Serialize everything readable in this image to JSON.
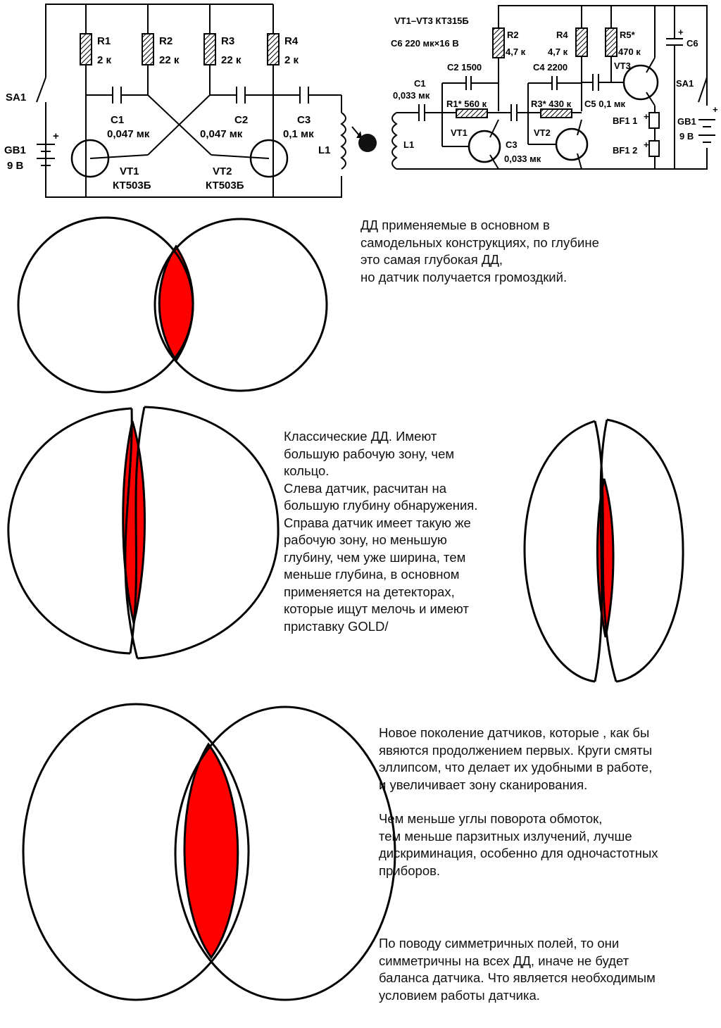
{
  "schematic_left": {
    "labels": {
      "sa1": "SA1",
      "gb1": "GB1",
      "gb1_v": "9 В",
      "plus": "+",
      "r1": "R1",
      "r1_v": "2 к",
      "r2": "R2",
      "r2_v": "22 к",
      "r3": "R3",
      "r3_v": "22 к",
      "r4": "R4",
      "r4_v": "2 к",
      "c1": "C1",
      "c1_v": "0,047 мк",
      "c2": "C2",
      "c2_v": "0,047 мк",
      "c3": "C3",
      "c3_v": "0,1 мк",
      "l1": "L1",
      "vt1": "VT1",
      "vt1_t": "КТ503Б",
      "vt2": "VT2",
      "vt2_t": "КТ503Б"
    }
  },
  "schematic_right": {
    "labels": {
      "title": "VT1–VT3 КТ315Б",
      "c6_spec": "C6 220 мк×16 В",
      "r2": "R2",
      "r2_v": "4,7 к",
      "r4": "R4",
      "r4_v": "4,7 к",
      "r5": "R5*",
      "r5_v": "470 к",
      "c6": "C6",
      "c1": "C1",
      "c1_v": "0,033 мк",
      "c2": "C2 1500",
      "c4": "C4 2200",
      "r1": "R1* 560 к",
      "r3": "R3* 430 к",
      "c5": "C5 0,1 мк",
      "vt1": "VT1",
      "vt2": "VT2",
      "vt3": "VT3",
      "c3": "C3",
      "c3_v": "0,033 мк",
      "l1": "L1",
      "bf1_1": "BF1 1",
      "bf1_2": "BF1 2",
      "sa1": "SA1",
      "gb1": "GB1",
      "gb1_v": "9 В",
      "plus": "+",
      "minus": "−"
    }
  },
  "sections": {
    "s1": "ДД применяемые в основном в\nсамодельных конструкциях, по глубине\nэто самая глубокая ДД,\nно датчик получается громоздкий.",
    "s2": "Классические ДД. Имеют\nбольшую рабочую зону, чем\nкольцо.\nСлева датчик, расчитан на\nбольшую глубину обнаружения.\nСправа датчик имеет такую же\nрабочую зону, но меньшую\nглубину,  чем уже ширина, тем\nменьше глубина, в основном\nприменяется на детекторах,\nкоторые ищут мелочь и имеют\nприставку GOLD/",
    "s3a": "Новое поколение датчиков, которые , как бы\nявяются продолжением первых. Круги смяты\nэллипсом, что делает их удобными в работе,\nи увеличивает зону сканирования.",
    "s3b": "Чем меньше углы поворота обмоток,\nтем меньше парзитных излучений, лучше\nдискриминация, особенно для одночастотных\nприборов.",
    "s3c": "По поводу симметричных полей, то они\nсимметричны на всех ДД, иначе не будет\nбаланса датчика. Что является необходимым\nусловием работы датчика."
  },
  "colors": {
    "overlap": "#ff0000",
    "line": "#000000"
  }
}
